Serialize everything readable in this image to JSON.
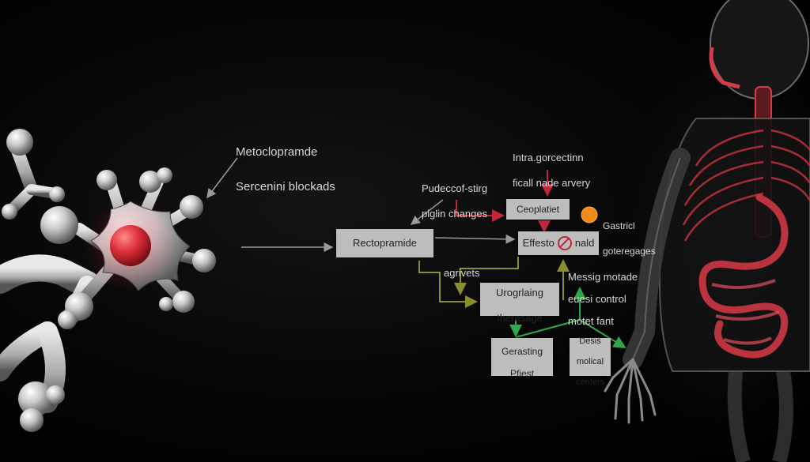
{
  "molecule": {
    "title_line1": "Metoclopramde",
    "title_line2": "Sercenini blockads"
  },
  "flow": {
    "label_pudeccof_line1": "Pudeccof-stirg",
    "label_pudeccof_line2": "piglin changes",
    "label_intra_line1": "Intra.gorcectinn",
    "label_intra_line2": "ficall nade arvery",
    "box_receptor": "Rectopramide",
    "box_ceoplatiet": "Ceoplatiet",
    "label_gastric_line1": "Gastricl",
    "label_gastric_line2": "goteregages",
    "box_effecto_left": "Effesto",
    "box_effecto_right": "nald",
    "label_agrivets": "agrivets",
    "box_urogrlaing_line1": "Urogrlaing",
    "box_urogrlaing_line2": "therasage",
    "label_messig_line1": "Messig motade",
    "label_messig_line2": "euesi control",
    "label_messig_line3": "motet fant",
    "box_gerasting_line1": "Gerasting",
    "box_gerasting_line2": "Pfiest",
    "box_desis_line1": "Desis",
    "box_desis_line2": "molical",
    "box_desis_line3": "centers"
  },
  "colors": {
    "background": "#000000",
    "arrow_gray": "#9a9a9a",
    "arrow_red": "#c0283a",
    "arrow_olive": "#8a8f2c",
    "arrow_green": "#2fa84a",
    "node_red": "#e0303a",
    "orange_dot": "#f08a1a",
    "body_organs": "#d83a48"
  }
}
